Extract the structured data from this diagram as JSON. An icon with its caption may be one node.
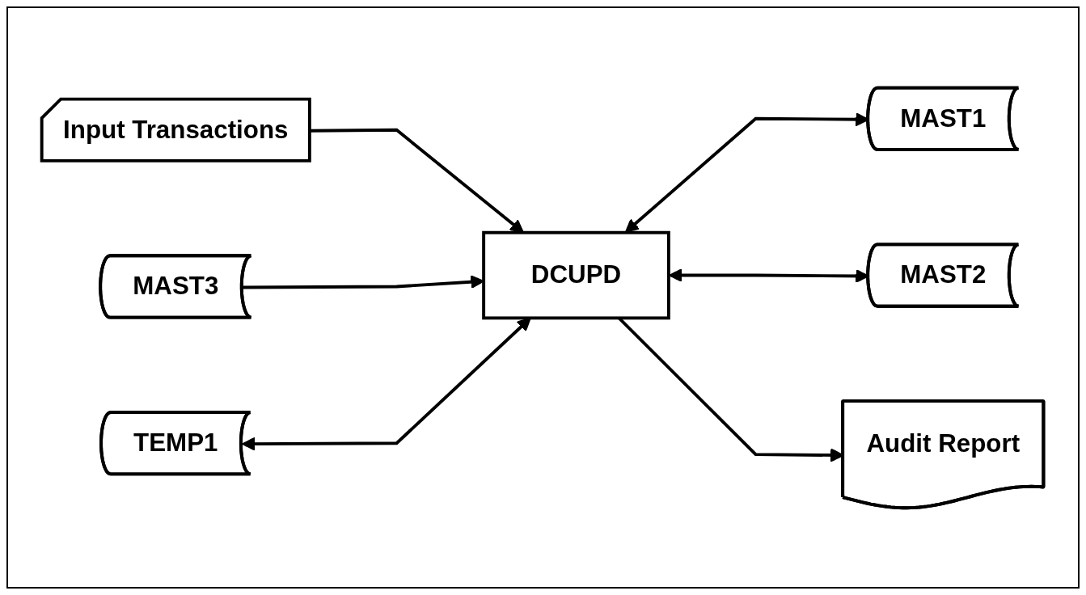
{
  "diagram": {
    "nodes": [
      {
        "text": [
          "Input Transactions"
        ]
      },
      {
        "text": [
          "MAST3"
        ]
      },
      {
        "text": [
          "DCUPD"
        ]
      },
      {
        "text": [
          "MAST1"
        ]
      },
      {
        "text": [
          "TEMP1"
        ]
      },
      {
        "text": [
          "MAST2"
        ]
      },
      {
        "text": [
          "Audit Report"
        ]
      }
    ],
    "edges": [
      {
        "from": 0,
        "to": 2,
        "arrow": "to"
      },
      {
        "from": 1,
        "to": 2,
        "arrow": "to"
      },
      {
        "from": 2,
        "to": 3,
        "arrow": "both"
      },
      {
        "from": 4,
        "to": 2,
        "arrow": "both"
      },
      {
        "from": 2,
        "to": 5,
        "arrow": "both"
      },
      {
        "from": 2,
        "to": 6,
        "arrow": "to"
      }
    ]
  }
}
